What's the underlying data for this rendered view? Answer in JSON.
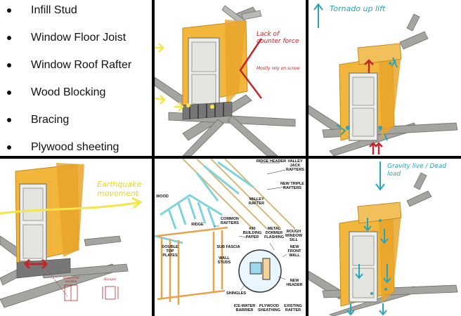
{
  "bullet_list": [
    "Infill Stud",
    "Window Floor Joist",
    "Window Roof Rafter",
    "Wood Blocking",
    "Bracing",
    "Plywood sheeting"
  ],
  "annotations": {
    "counter_force": "Lack of counter force",
    "counter_note": "Mostly rely on screw",
    "tornado": "Tornado up lift",
    "earthquake": "Earthquake movement",
    "gravity": "Gravity live / Dead load",
    "sketch_left": "wood infill window",
    "sketch_right": "Bumper"
  },
  "callouts": {
    "ridge_header": "RIDGE HEADER",
    "valley_jack": "VALLEY JACK RAFTERS",
    "new_triple": "NEW TRIPLE RAFTERS",
    "valley_rafter": "VALLEY RAFTER",
    "wood_beam": "WOOD",
    "ridge": "RIDGE",
    "common_rafters": "COMMON RAFTERS",
    "building_paper": "#30 BUILDING PAPER",
    "metal_flashing": "METAL DORMER FLASHING",
    "rough_sill": "ROUGH WINDOW SILL",
    "double_top": "DOUBLE TOP PLATES",
    "sub_fascia": "SUB FASCIA",
    "wall_studs": "WALL STUDS",
    "new_front": "NEW FRONT WALL",
    "shingles": "SHINGLES",
    "new_header": "NEW HEADER",
    "ice_water": "ICE-WATER BARRIER",
    "plywood": "PLYWOOD SHEATHING",
    "existing_rafter": "EXISTING RAFTER"
  },
  "colors": {
    "wall_yellow": "#f2b63a",
    "frame_gray": "#9a9a96",
    "red_marker": "#c0262c",
    "blue_marker": "#2aa4b8",
    "yellow_marker": "#f4e64a",
    "cyan_framing": "#7fd3dd"
  }
}
